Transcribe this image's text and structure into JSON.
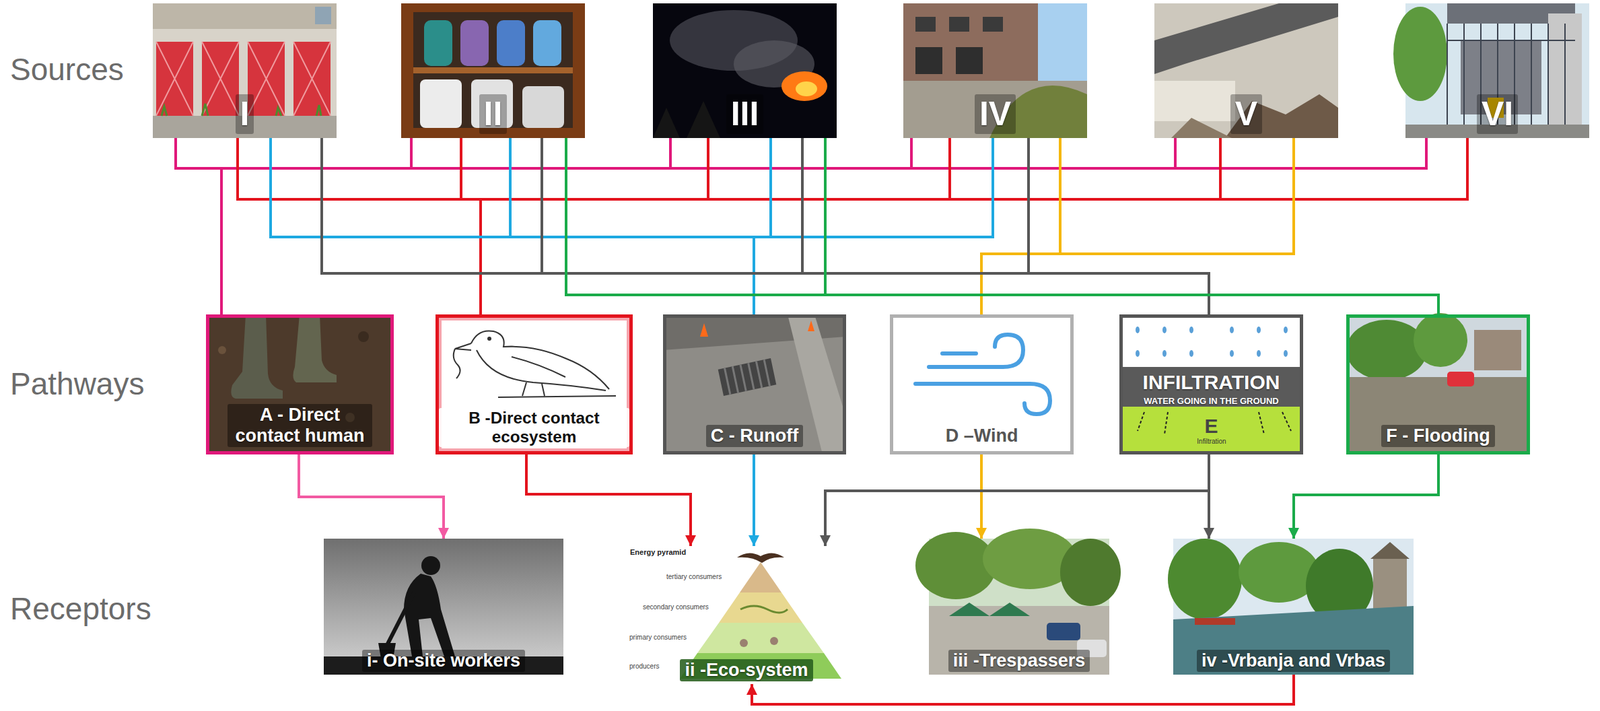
{
  "diagram": {
    "nodes": [
      {
        "text": [
          "I"
        ]
      },
      {
        "text": [
          "II"
        ]
      },
      {
        "text": [
          "III"
        ]
      },
      {
        "text": [
          "IV"
        ]
      },
      {
        "text": [
          "V"
        ]
      },
      {
        "text": [
          "VI"
        ]
      },
      {
        "text": [
          "A - Direct contact human"
        ]
      },
      {
        "text": [
          "B -Direct contact ecosystem"
        ]
      },
      {
        "text": [
          "C - Runoff"
        ]
      },
      {
        "text": [
          "D –Wind"
        ]
      },
      {
        "text": [
          "INFILTRATION",
          "WATER GOING IN THE GROUND",
          "E"
        ]
      },
      {
        "text": [
          "F - Flooding"
        ]
      },
      {
        "text": [
          "i- On-site workers"
        ]
      },
      {
        "text": [
          "ii -Eco-system"
        ]
      },
      {
        "text": [
          "iii -Trespassers"
        ]
      },
      {
        "text": [
          "iv -Vrbanja and Vrbas"
        ]
      }
    ],
    "edges": [
      {
        "from": 0,
        "to": 6,
        "arrow": "none"
      },
      {
        "from": 1,
        "to": 6,
        "arrow": "none"
      },
      {
        "from": 2,
        "to": 6,
        "arrow": "none"
      },
      {
        "from": 3,
        "to": 6,
        "arrow": "none"
      },
      {
        "from": 4,
        "to": 6,
        "arrow": "none"
      },
      {
        "from": 5,
        "to": 6,
        "arrow": "none"
      },
      {
        "from": 0,
        "to": 7,
        "arrow": "none"
      },
      {
        "from": 1,
        "to": 7,
        "arrow": "none"
      },
      {
        "from": 2,
        "to": 7,
        "arrow": "none"
      },
      {
        "from": 3,
        "to": 7,
        "arrow": "none"
      },
      {
        "from": 4,
        "to": 7,
        "arrow": "none"
      },
      {
        "from": 5,
        "to": 7,
        "arrow": "none"
      },
      {
        "from": 0,
        "to": 8,
        "arrow": "none"
      },
      {
        "from": 1,
        "to": 8,
        "arrow": "none"
      },
      {
        "from": 2,
        "to": 8,
        "arrow": "none"
      },
      {
        "from": 3,
        "to": 8,
        "arrow": "none"
      },
      {
        "from": 3,
        "to": 9,
        "arrow": "none"
      },
      {
        "from": 4,
        "to": 9,
        "arrow": "none"
      },
      {
        "from": 0,
        "to": 10,
        "arrow": "none"
      },
      {
        "from": 1,
        "to": 10,
        "arrow": "none"
      },
      {
        "from": 2,
        "to": 10,
        "arrow": "none"
      },
      {
        "from": 3,
        "to": 10,
        "arrow": "none"
      },
      {
        "from": 1,
        "to": 11,
        "arrow": "none"
      },
      {
        "from": 2,
        "to": 11,
        "arrow": "none"
      },
      {
        "from": 6,
        "to": 12,
        "arrow": "to"
      },
      {
        "from": 7,
        "to": 13,
        "arrow": "to"
      },
      {
        "from": 8,
        "to": 13,
        "arrow": "to"
      },
      {
        "from": 9,
        "to": 14,
        "arrow": "to"
      },
      {
        "from": 10,
        "to": 13,
        "arrow": "to"
      },
      {
        "from": 10,
        "to": 15,
        "arrow": "to"
      },
      {
        "from": 11,
        "to": 15,
        "arrow": "to"
      },
      {
        "from": 15,
        "to": 13,
        "arrow": "to"
      }
    ],
    "labels": [
      "Sources",
      "Pathways",
      "Receptors",
      "Infiltration",
      "Energy pyramid",
      "tertiary consumers",
      "secondary consumers",
      "primary consumers",
      "producers"
    ]
  }
}
